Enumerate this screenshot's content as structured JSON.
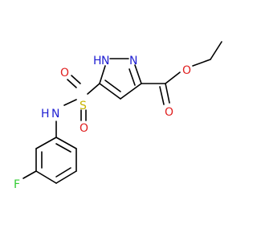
{
  "molecule": {
    "atoms": {
      "hn_pyrazole": {
        "label": "H",
        "color": "#1f1fd2"
      },
      "n1": {
        "label": "N",
        "color": "#1f1fd2"
      },
      "n2": {
        "label": "N",
        "color": "#1f1fd2"
      },
      "s": {
        "label": "S",
        "color": "#c8b400"
      },
      "o_s_upper": {
        "label": "O",
        "color": "#e02020"
      },
      "o_s_lower": {
        "label": "O",
        "color": "#e02020"
      },
      "nh": {
        "label": "N",
        "color": "#1f1fd2"
      },
      "hn_sulfonamide": {
        "label": "H",
        "color": "#1f1fd2"
      },
      "o_carbonyl": {
        "label": "O",
        "color": "#e02020"
      },
      "o_ester": {
        "label": "O",
        "color": "#e02020"
      },
      "f": {
        "label": "F",
        "color": "#33cc33"
      }
    }
  }
}
